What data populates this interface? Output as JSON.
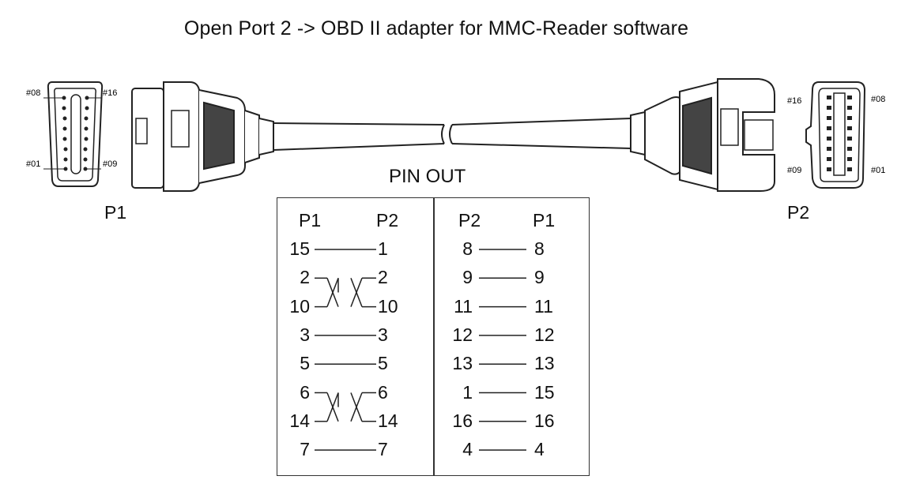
{
  "title": "Open Port 2 -> OBD II adapter for MMC-Reader software",
  "connectors": {
    "p1": {
      "label": "P1",
      "pin_top_left": "#08",
      "pin_top_right": "#16",
      "pin_bottom_left": "#01",
      "pin_bottom_right": "#09"
    },
    "p2": {
      "label": "P2",
      "pin_top_left": "#16",
      "pin_top_right": "#08",
      "pin_bottom_left": "#09",
      "pin_bottom_right": "#01"
    }
  },
  "pinout": {
    "title": "PIN OUT",
    "left_table": {
      "headers": [
        "P1",
        "P2"
      ],
      "rows": [
        {
          "a": "15",
          "b": "1",
          "style": "straight"
        },
        {
          "a": "2",
          "b": "2",
          "style": "cross-top"
        },
        {
          "a": "10",
          "b": "10",
          "style": "cross-bottom"
        },
        {
          "a": "3",
          "b": "3",
          "style": "straight"
        },
        {
          "a": "5",
          "b": "5",
          "style": "straight"
        },
        {
          "a": "6",
          "b": "6",
          "style": "cross-top"
        },
        {
          "a": "14",
          "b": "14",
          "style": "cross-bottom"
        },
        {
          "a": "7",
          "b": "7",
          "style": "straight"
        }
      ]
    },
    "right_table": {
      "headers": [
        "P2",
        "P1"
      ],
      "rows": [
        {
          "a": "8",
          "b": "8",
          "style": "straight"
        },
        {
          "a": "9",
          "b": "9",
          "style": "straight"
        },
        {
          "a": "11",
          "b": "11",
          "style": "straight"
        },
        {
          "a": "12",
          "b": "12",
          "style": "straight"
        },
        {
          "a": "13",
          "b": "13",
          "style": "straight"
        },
        {
          "a": "1",
          "b": "15",
          "style": "straight"
        },
        {
          "a": "16",
          "b": "16",
          "style": "straight"
        },
        {
          "a": "4",
          "b": "4",
          "style": "straight"
        }
      ]
    }
  }
}
